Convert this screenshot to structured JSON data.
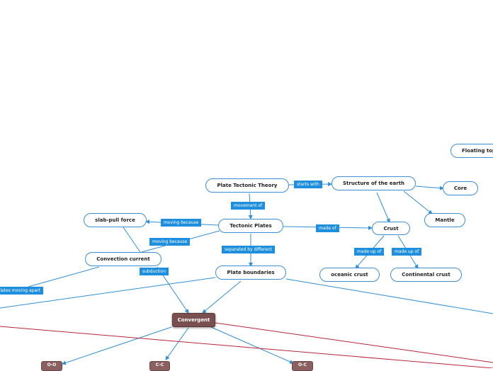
{
  "diagram": {
    "nodes": {
      "plate_tectonic_theory": "Plate Tectonic Theory",
      "structure_of_earth": "Structure of the earth",
      "core": "Core",
      "mantle": "Mantle",
      "crust": "Crust",
      "oceanic_crust": "oceanic crust",
      "continental_crust": "Continental crust",
      "tectonic_plates": "Tectonic Plates",
      "slab_pull_force": "slab-pull force",
      "convection_current": "Convection current",
      "plate_boundaries": "Plate boundaries",
      "convergent": "Convergent",
      "floating_topic": "Floating topic",
      "o_o": "O-O",
      "c_c": "C-C",
      "o_c": "O-C"
    },
    "labels": {
      "starts_with": "starts with",
      "movement_of": "movement of",
      "made_of": "made of",
      "made_up_of_1": "made up of",
      "made_up_of_2": "made up of",
      "moving_because_1": "moving because",
      "moving_because_2": "moving because",
      "separated_by_different": "separated by different",
      "subduction": "subduction",
      "plates_moving_apart": "plates moving apart"
    },
    "colors": {
      "connector": "#2f8fd8",
      "node_border": "#3c8fd6",
      "label_bg": "#1e8fde",
      "convergent_bg": "#7a4f4f",
      "red_line": "#b8243a"
    }
  }
}
